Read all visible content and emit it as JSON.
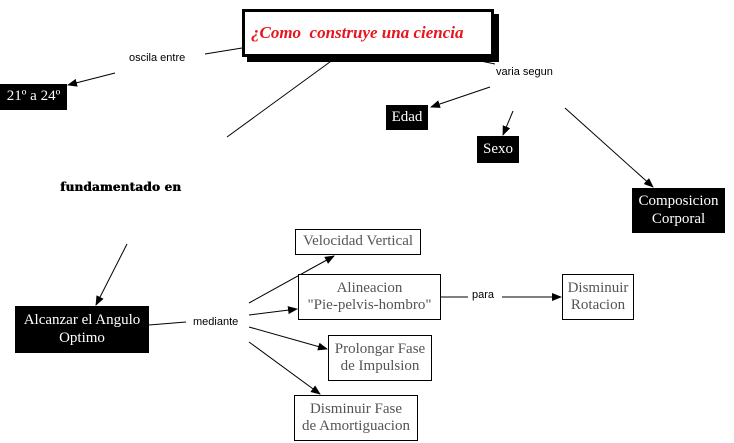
{
  "title": "¿Como  construye una ciencia",
  "colors": {
    "title_text": "#e8141e",
    "dark_node_bg": "#000000",
    "dark_node_text": "#ffffff",
    "light_node_text": "#555555"
  },
  "link_labels": {
    "oscila": "oscila entre",
    "varia": "varia segun",
    "fundamentado": "fundamentado en",
    "mediante": "mediante",
    "para": "para"
  },
  "nodes": {
    "rango": {
      "lines": [
        "21º a 24º"
      ]
    },
    "edad": {
      "lines": [
        "Edad"
      ]
    },
    "sexo": {
      "lines": [
        "Sexo"
      ]
    },
    "composicion": {
      "lines": [
        "Composicion",
        "Corporal"
      ]
    },
    "angulo": {
      "lines": [
        "Alcanzar el Angulo",
        "Optimo"
      ]
    },
    "velocidad": {
      "lines": [
        "Velocidad Vertical"
      ]
    },
    "alineacion": {
      "lines": [
        "Alineacion",
        "\"Pie-pelvis-hombro\""
      ]
    },
    "rotacion": {
      "lines": [
        "Disminuir",
        "Rotacion"
      ]
    },
    "impulsion": {
      "lines": [
        "Prolongar Fase",
        "de Impulsion"
      ]
    },
    "amortiguacion": {
      "lines": [
        "Disminuir Fase",
        "de Amortiguacion"
      ]
    }
  }
}
